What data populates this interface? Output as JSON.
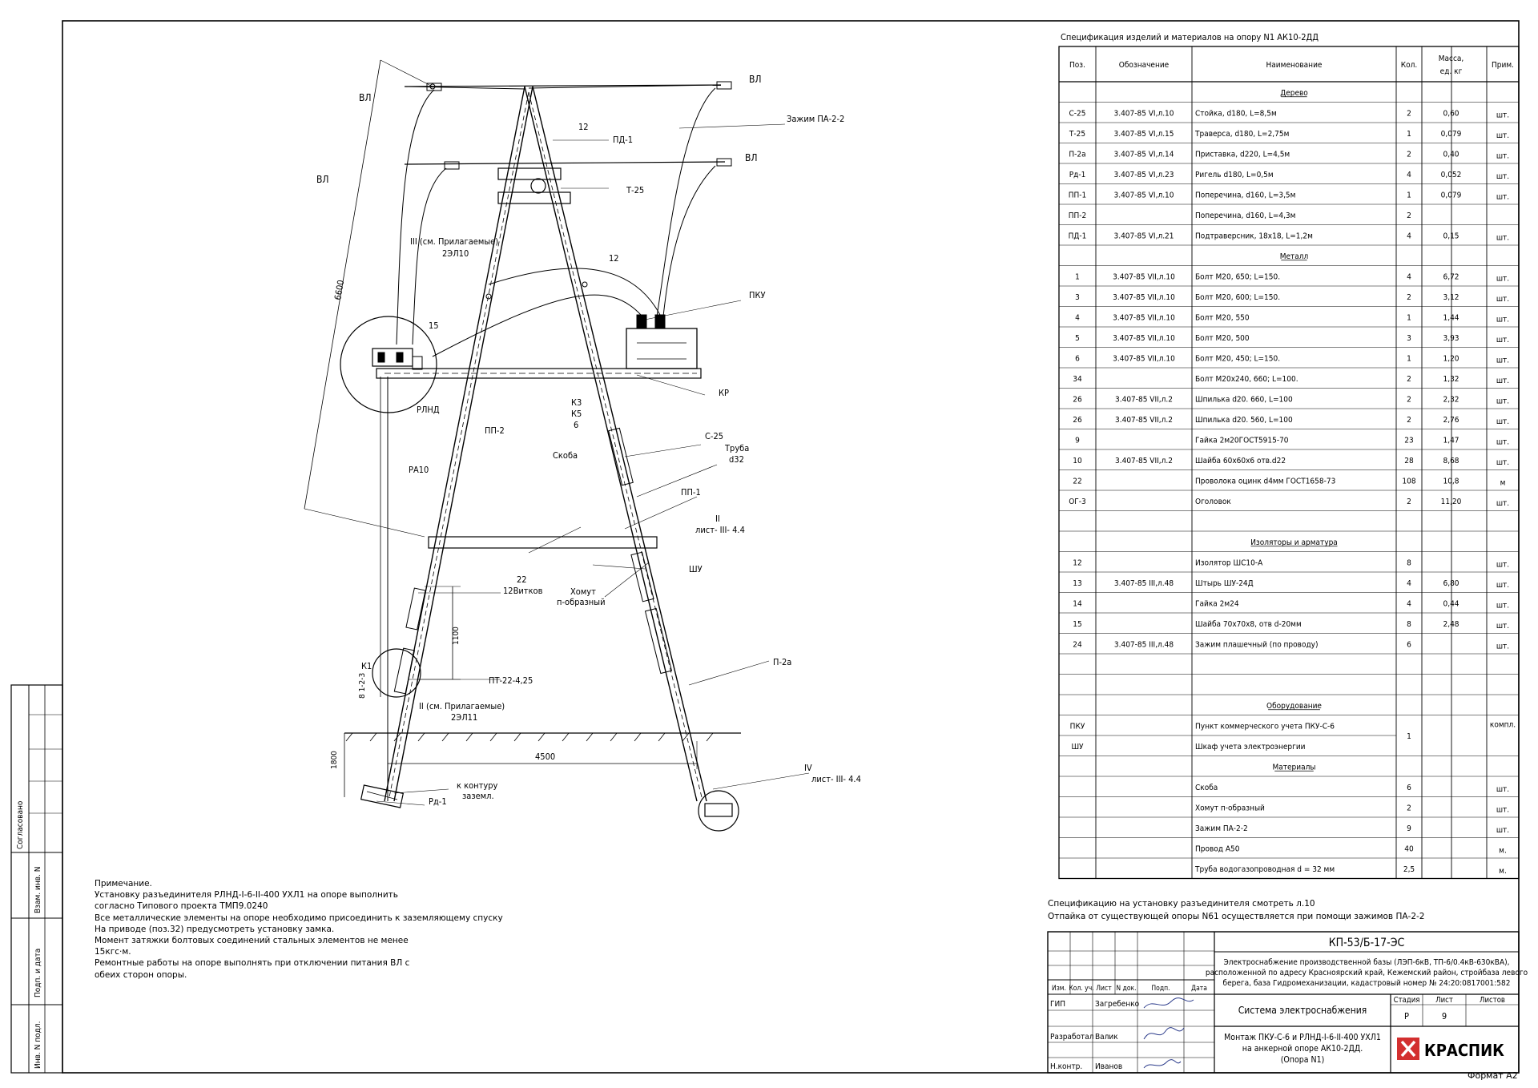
{
  "spec": {
    "title": "Спецификация изделий и материалов на опору N1 АК10-2ДД",
    "headers": {
      "pos": "Поз.",
      "designation": "Обозначение",
      "name": "Наименование",
      "qty": "Кол.",
      "mass1": "Масса,",
      "mass2": "ед. кг",
      "note": "Прим."
    },
    "rows": [
      {
        "section": "Дерево"
      },
      {
        "pos": "С-25",
        "des": "3.407-85 VI,л.10",
        "name": "Стойка, d180, L=8,5м",
        "qty": "2",
        "mass": "0,60",
        "note": "шт."
      },
      {
        "pos": "Т-25",
        "des": "3.407-85 VI,л.15",
        "name": "Траверса, d180, L=2,75м",
        "qty": "1",
        "mass": "0,079",
        "note": "шт."
      },
      {
        "pos": "П-2а",
        "des": "3.407-85 VI,л.14",
        "name": "Приставка, d220, L=4,5м",
        "qty": "2",
        "mass": "0,40",
        "note": "шт."
      },
      {
        "pos": "Рд-1",
        "des": "3.407-85 VI,л.23",
        "name": "Ригель d180, L=0,5м",
        "qty": "4",
        "mass": "0,052",
        "note": "шт."
      },
      {
        "pos": "ПП-1",
        "des": "3.407-85 VI,л.10",
        "name": "Поперечина, d160, L=3,5м",
        "qty": "1",
        "mass": "0,079",
        "note": "шт."
      },
      {
        "pos": "ПП-2",
        "des": "",
        "name": "Поперечина, d160, L=4,3м",
        "qty": "2",
        "mass": "",
        "note": ""
      },
      {
        "pos": "ПД-1",
        "des": "3.407-85 VI,л.21",
        "name": "Подтраверсник, 18x18, L=1,2м",
        "qty": "4",
        "mass": "0,15",
        "note": "шт."
      },
      {
        "section": "Металл"
      },
      {
        "pos": "1",
        "des": "3.407-85 VII,л.10",
        "name": "Болт М20, 650; L=150.",
        "qty": "4",
        "mass": "6,72",
        "note": "шт."
      },
      {
        "pos": "3",
        "des": "3.407-85 VII,л.10",
        "name": "Болт М20, 600; L=150.",
        "qty": "2",
        "mass": "3,12",
        "note": "шт."
      },
      {
        "pos": "4",
        "des": "3.407-85 VII,л.10",
        "name": "Болт М20, 550",
        "qty": "1",
        "mass": "1,44",
        "note": "шт."
      },
      {
        "pos": "5",
        "des": "3.407-85 VII,л.10",
        "name": "Болт М20, 500",
        "qty": "3",
        "mass": "3,93",
        "note": "шт."
      },
      {
        "pos": "6",
        "des": "3.407-85 VII,л.10",
        "name": "Болт М20, 450; L=150.",
        "qty": "1",
        "mass": "1,20",
        "note": "шт."
      },
      {
        "pos": "34",
        "des": "",
        "name": "Болт М20х240, 660; L=100.",
        "qty": "2",
        "mass": "1,32",
        "note": "шт."
      },
      {
        "pos": "26",
        "des": "3.407-85 VII,л.2",
        "name": "Шпилька d20. 660, L=100",
        "qty": "2",
        "mass": "2,32",
        "note": "шт."
      },
      {
        "pos": "26",
        "des": "3.407-85 VII,л.2",
        "name": "Шпилька d20. 560, L=100",
        "qty": "2",
        "mass": "2,76",
        "note": "шт."
      },
      {
        "pos": "9",
        "des": "",
        "name": "Гайка 2м20ГОСТ5915-70",
        "qty": "23",
        "mass": "1,47",
        "note": "шт."
      },
      {
        "pos": "10",
        "des": "3.407-85 VII,л.2",
        "name": "Шайба 60х60х6 отв.d22",
        "qty": "28",
        "mass": "8,68",
        "note": "шт."
      },
      {
        "pos": "22",
        "des": "",
        "name": "Проволока оцинк d4мм ГОСТ1658-73",
        "qty": "108",
        "mass": "10,8",
        "note": "м"
      },
      {
        "pos": "ОГ-3",
        "des": "",
        "name": "Оголовок",
        "qty": "2",
        "mass": "11,20",
        "note": "шт."
      },
      {
        "blank": true
      },
      {
        "section": "Изоляторы и арматура"
      },
      {
        "pos": "12",
        "des": "",
        "name": "Изолятор ШС10-А",
        "qty": "8",
        "mass": "",
        "note": "шт."
      },
      {
        "pos": "13",
        "des": "3.407-85 III,л.48",
        "name": "Штырь ШУ-24Д",
        "qty": "4",
        "mass": "6,80",
        "note": "шт."
      },
      {
        "pos": "14",
        "des": "",
        "name": "Гайка 2м24",
        "qty": "4",
        "mass": "0,44",
        "note": "шт."
      },
      {
        "pos": "15",
        "des": "",
        "name": "Шайба 70х70х8, отв d-20мм",
        "qty": "8",
        "mass": "2,48",
        "note": "шт."
      },
      {
        "pos": "24",
        "des": "3.407-85 III,л.48",
        "name": "Зажим плашечный (по проводу)",
        "qty": "6",
        "mass": "",
        "note": "шт."
      },
      {
        "blank": true
      },
      {
        "blank": true
      },
      {
        "section": "Оборудование"
      },
      {
        "pos": "ПКУ",
        "des": "",
        "name": "Пункт коммерческого учета ПКУ-С-6",
        "qty": "1",
        "mass": "",
        "note": "компл.",
        "merge": true
      },
      {
        "pos": "ШУ",
        "des": "",
        "name": "Шкаф учета электроэнергии",
        "qty": "",
        "mass": "",
        "note": "",
        "merged": true
      },
      {
        "section": "Материалы"
      },
      {
        "pos": "",
        "des": "",
        "name": "Скоба",
        "qty": "6",
        "mass": "",
        "note": "шт."
      },
      {
        "pos": "",
        "des": "",
        "name": "Хомут п-образный",
        "qty": "2",
        "mass": "",
        "note": "шт."
      },
      {
        "pos": "",
        "des": "",
        "name": "Зажим ПА-2-2",
        "qty": "9",
        "mass": "",
        "note": "шт."
      },
      {
        "pos": "",
        "des": "",
        "name": "Провод А50",
        "qty": "40",
        "mass": "",
        "note": "м."
      },
      {
        "pos": "",
        "des": "",
        "name": "Труба водогазопроводная   d = 32 мм",
        "qty": "2,5",
        "mass": "",
        "note": "м."
      }
    ]
  },
  "sheet_notes": [
    "Спецификацию на установку разъединителя смотреть л.10",
    "Отпайка от существующей опоры N61 осуществляется при помощи зажимов ПА-2-2"
  ],
  "notes": [
    "        Примечание.",
    "   Установку разъединителя РЛНД-I-6-II-400 УХЛ1  на опоре выполнить",
    "согласно Типового проекта ТМП9.0240",
    "Все металлические элементы на опоре необходимо присоединить к заземляющему спуску",
    "На приводе (поз.32) предусмотреть установку замка.",
    "Момент затяжки болтовых соединений стальных элементов не менее",
    "15кгс·м.",
    "Ремонтные работы на опоре выполнять при отключении питания ВЛ с",
    "обеих сторон опоры."
  ],
  "drawing": {
    "vl_left_top": "ВЛ",
    "vl_right_top": "ВЛ",
    "vl_right_mid": "ВЛ",
    "vl_left_mid": "ВЛ",
    "clamp": "Зажим ПА-2-2",
    "n12a": "12",
    "pd1": "ПД-1",
    "t25": "Т-25",
    "n12b": "12",
    "ref3_a": "III (см. Прилагаемые)",
    "ref3_b": "2ЭЛ10",
    "pku": "ПКУ",
    "n15": "15",
    "rlnd": "РЛНД",
    "kr": "КР",
    "k3": "К3",
    "k5": "К5",
    "k6": "6",
    "pp2": "ПП-2",
    "ra10": "РА10",
    "c25": "С-25",
    "skoba": "Скоба",
    "truba": "Труба",
    "d32": "d32",
    "pp1": "ПП-1",
    "ii": "II",
    "list1": "лист- III- 4.4",
    "khomut": "Хомут",
    "p_obr": "п-образный",
    "shu": "ШУ",
    "n22": "22",
    "vitkov": "12Витков",
    "k1": "К1",
    "dims_small": "8 1-2-3",
    "pt": "ПТ-22-4,25",
    "ref2_a": "II (см. Прилагаемые)",
    "ref2_b": "2ЭЛ11",
    "p2a": "П-2а",
    "dim6600": "6600",
    "dim1100": "1100",
    "dim1800": "1800",
    "dim4500": "4500",
    "iv": "IV",
    "list2": "лист- III- 4.4",
    "kontur1": "к контуру",
    "kontur2": "заземл.",
    "rd1": "Рд-1"
  },
  "side_stamp": {
    "soglasovano": "Согласовано",
    "vzam": "Взам. инв. N",
    "podp": "Подп. и дата",
    "inv": "Инв. N подл."
  },
  "title_block": {
    "code": "КП-53/Б-17-ЭС",
    "desc": [
      "Электроснабжение производственной базы (ЛЭП-6кВ, ТП-6/0.4кВ-630кВА),",
      "расположенной по адресу Красноярский край, Кежемский район, стройбаза левого",
      "берега, база Гидромеханизации, кадастровый номер № 24:20:0817001:582"
    ],
    "cols": [
      "Изм.",
      "Кол. уч.",
      "Лист",
      "N док.",
      "Подп.",
      "Дата"
    ],
    "gip": "ГИП",
    "gip_name": "Загребенко",
    "razrab": "Разработал",
    "razrab_name": "Валик",
    "nkontr": "Н.контр.",
    "nkontr_name": "Иванов",
    "system": "Система электроснабжения",
    "stage_h": "Стадия",
    "sheet_h": "Лист",
    "sheets_h": "Листов",
    "stage": "Р",
    "sheet": "9",
    "sheets": "",
    "subject": [
      "Монтаж ПКУ-С-6 и  РЛНД-I-6-II-400 УХЛ1",
      "на анкерной опоре АК10-2ДД.",
      "(Опора N1)"
    ],
    "logo": "КРАСПИК",
    "logo_color": "#d32f2f"
  },
  "format": "Формат А2"
}
